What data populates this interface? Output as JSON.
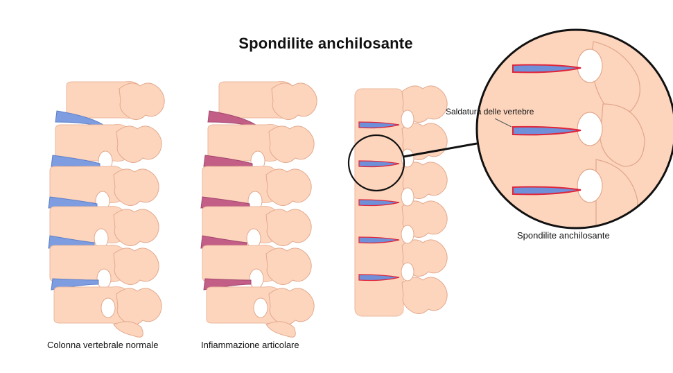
{
  "title": "Spondilite anchilosante",
  "captions": {
    "normal": "Colonna vertebrale normale",
    "inflamed": "Infiammazione articolare",
    "zoom": "Spondilite anchilosante"
  },
  "callout": "Saldatura delle vertebre",
  "colors": {
    "bone": "#fdd5bd",
    "bone_outline": "#e9b49a",
    "disc_normal": "#7d9de0",
    "disc_inflamed": "#c35e86",
    "disc_fused_fill": "#6f8fd8",
    "fusion_red": "#e0253a",
    "outline": "#111111"
  }
}
